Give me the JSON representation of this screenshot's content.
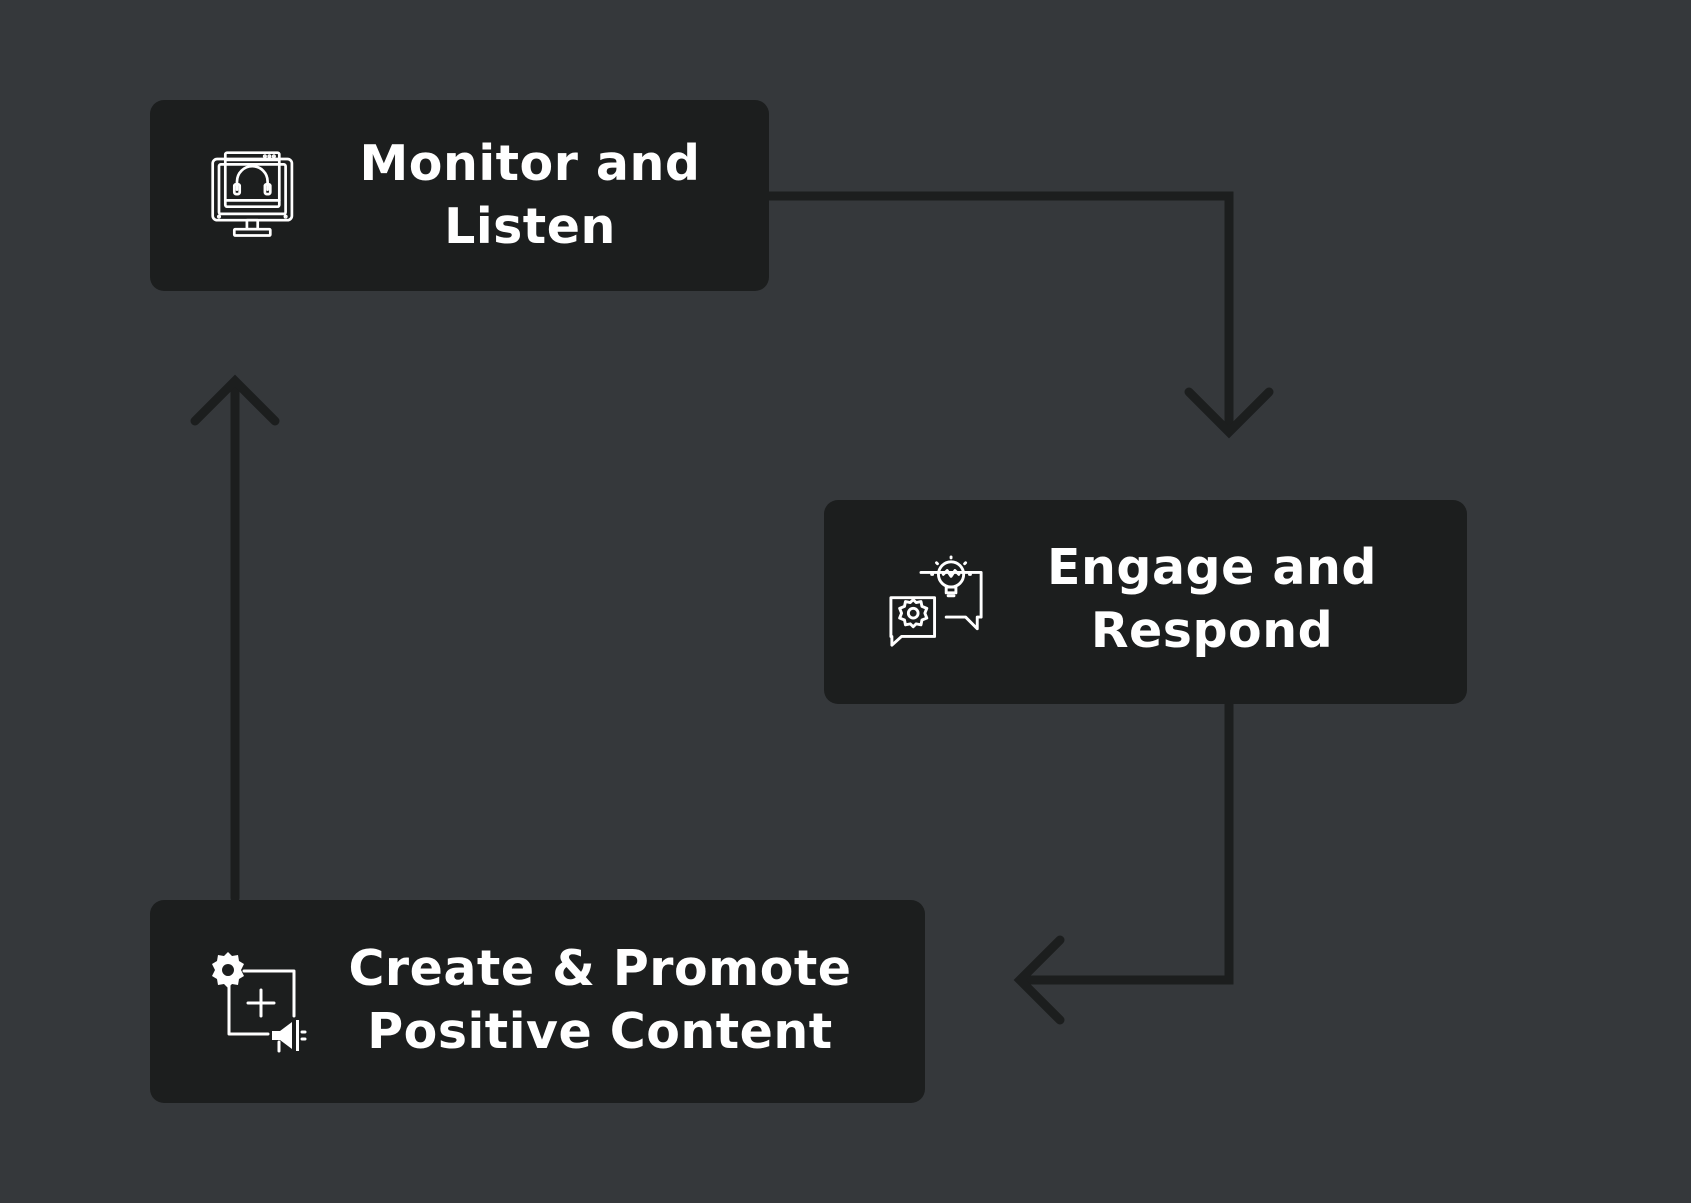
{
  "colors": {
    "background": "#35383b",
    "box": "#1c1e1e",
    "text": "#ffffff",
    "connector": "#1c1e1e"
  },
  "steps": [
    {
      "label_lines": [
        "Monitor and",
        "Listen"
      ],
      "icon": "monitor-headset-icon"
    },
    {
      "label_lines": [
        "Engage and",
        "Respond"
      ],
      "icon": "chat-gear-lightbulb-icon"
    },
    {
      "label_lines": [
        "Create & Promote",
        "Positive Content"
      ],
      "icon": "gear-add-megaphone-icon"
    }
  ]
}
